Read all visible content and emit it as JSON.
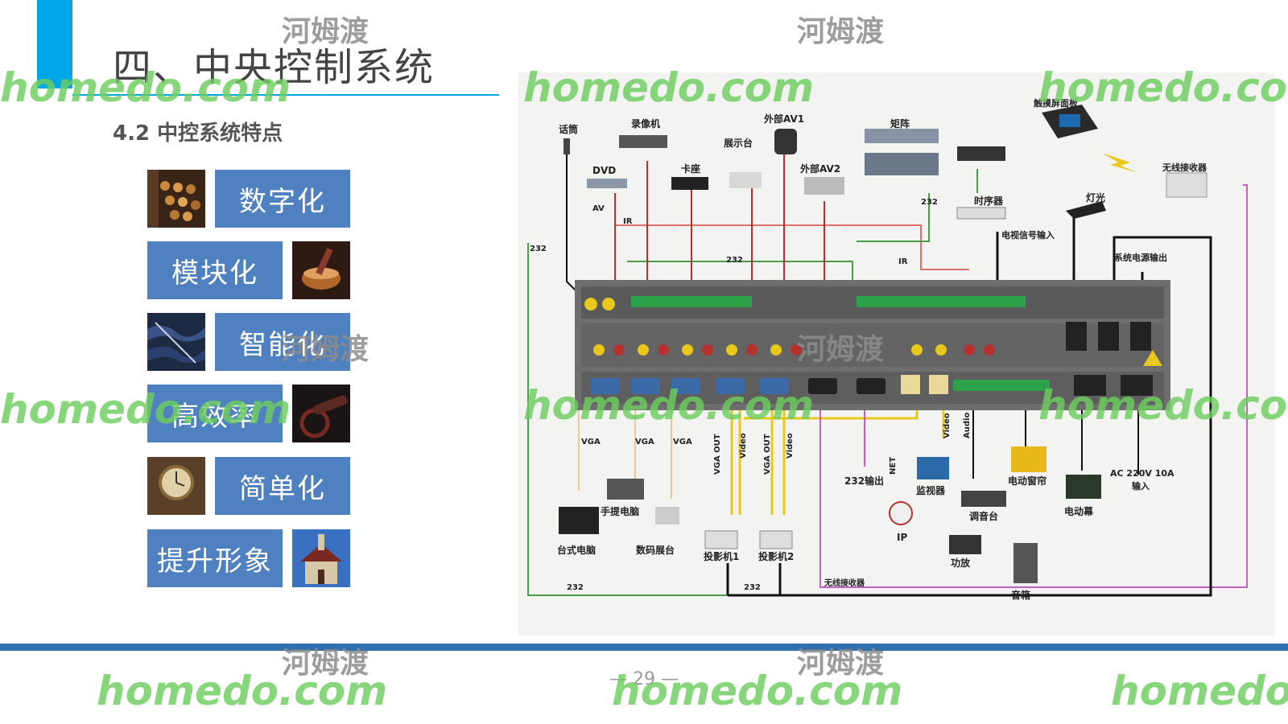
{
  "slide": {
    "title": "四、中央控制系统",
    "subtitle": "4.2 中控系统特点",
    "page_number": "— 29 —",
    "accent_color": "#00a6e6",
    "box_color": "#4f81c0"
  },
  "features": [
    {
      "label": "数字化",
      "image": "typewriter-photo"
    },
    {
      "label": "模块化",
      "image": "mortar-pestle-photo"
    },
    {
      "label": "智能化",
      "image": "fabric-photo"
    },
    {
      "label": "高效率",
      "image": "cannon-photo"
    },
    {
      "label": "简单化",
      "image": "clock-photo"
    },
    {
      "label": "提升形象",
      "image": "church-photo"
    }
  ],
  "watermark": {
    "latin": "homedo.com",
    "chinese": "河姆渡"
  },
  "diagram": {
    "devices": {
      "mic": "话筒",
      "recorder": "录像机",
      "dvd": "DVD",
      "card": "卡座",
      "showstand": "展示台",
      "av1": "外部AV1",
      "av2": "外部AV2",
      "matrix": "矩阵",
      "touchpanel": "触摸屏面板",
      "wireless_rx": "无线接收器",
      "sequencer": "时序器",
      "light": "灯光",
      "tv_in": "电视信号输入",
      "power_out": "系统电源输出",
      "out232": "232输出",
      "monitor": "监视器",
      "mixer": "调音台",
      "curtain": "电动窗帘",
      "screen": "电动幕",
      "ac_in": "AC 220V 10A",
      "ac_in2": "输入",
      "desktop": "台式电脑",
      "laptop": "手提电脑",
      "digital_stand": "数码展台",
      "proj1": "投影机1",
      "proj2": "投影机2",
      "amp": "功放",
      "speaker": "音箱",
      "ip": "IP",
      "wireless_bottom": "无线接收器"
    },
    "signals": {
      "vga": "VGA",
      "vga_out": "VGA OUT",
      "video": "Video",
      "audio": "Audio",
      "net": "NET",
      "av": "AV",
      "ir": "IR",
      "rs232": "232"
    },
    "colors": {
      "ir": "#e07070",
      "rs232": "#4a9d4a",
      "av": "#b5312f",
      "vga": "#e7c89a",
      "video": "#e8c81a",
      "wireless": "#c060c0",
      "power": "#111111",
      "panel": "#6e6e6e"
    }
  }
}
